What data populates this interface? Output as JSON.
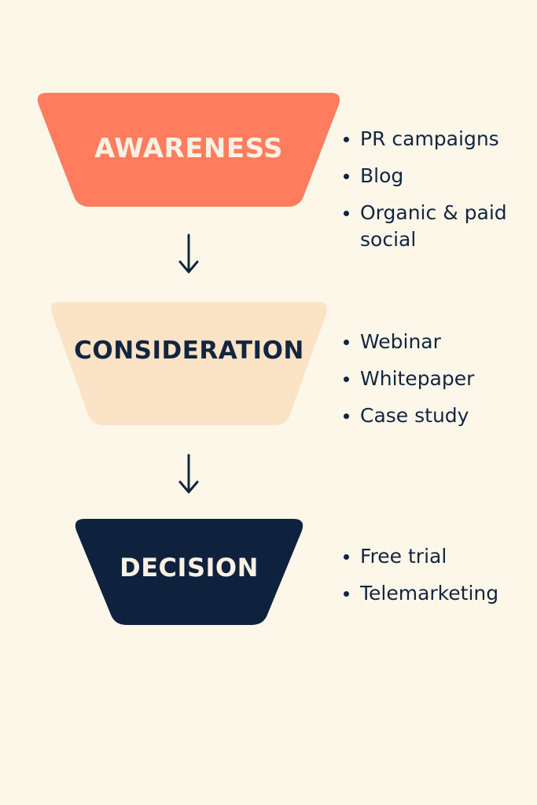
{
  "stages": [
    {
      "label": "AWARENESS",
      "fill": "#ff7d5e",
      "text_color": "#fdf1e4",
      "items": [
        "PR campaigns",
        "Blog",
        "Organic & paid social"
      ]
    },
    {
      "label": "CONSIDERATION",
      "fill": "#fbe3c6",
      "text_color": "#13253f",
      "items": [
        "Webinar",
        "Whitepaper",
        "Case study"
      ]
    },
    {
      "label": "DECISION",
      "fill": "#0f223d",
      "text_color": "#fdf1e4",
      "items": [
        "Free trial",
        "Telemarketing"
      ]
    }
  ],
  "colors": {
    "background": "#fdf7ea",
    "text": "#13253f",
    "arrow": "#13253f"
  },
  "icons": {
    "connector": "arrow-down-icon",
    "bullet": "bullet-dot-icon"
  }
}
